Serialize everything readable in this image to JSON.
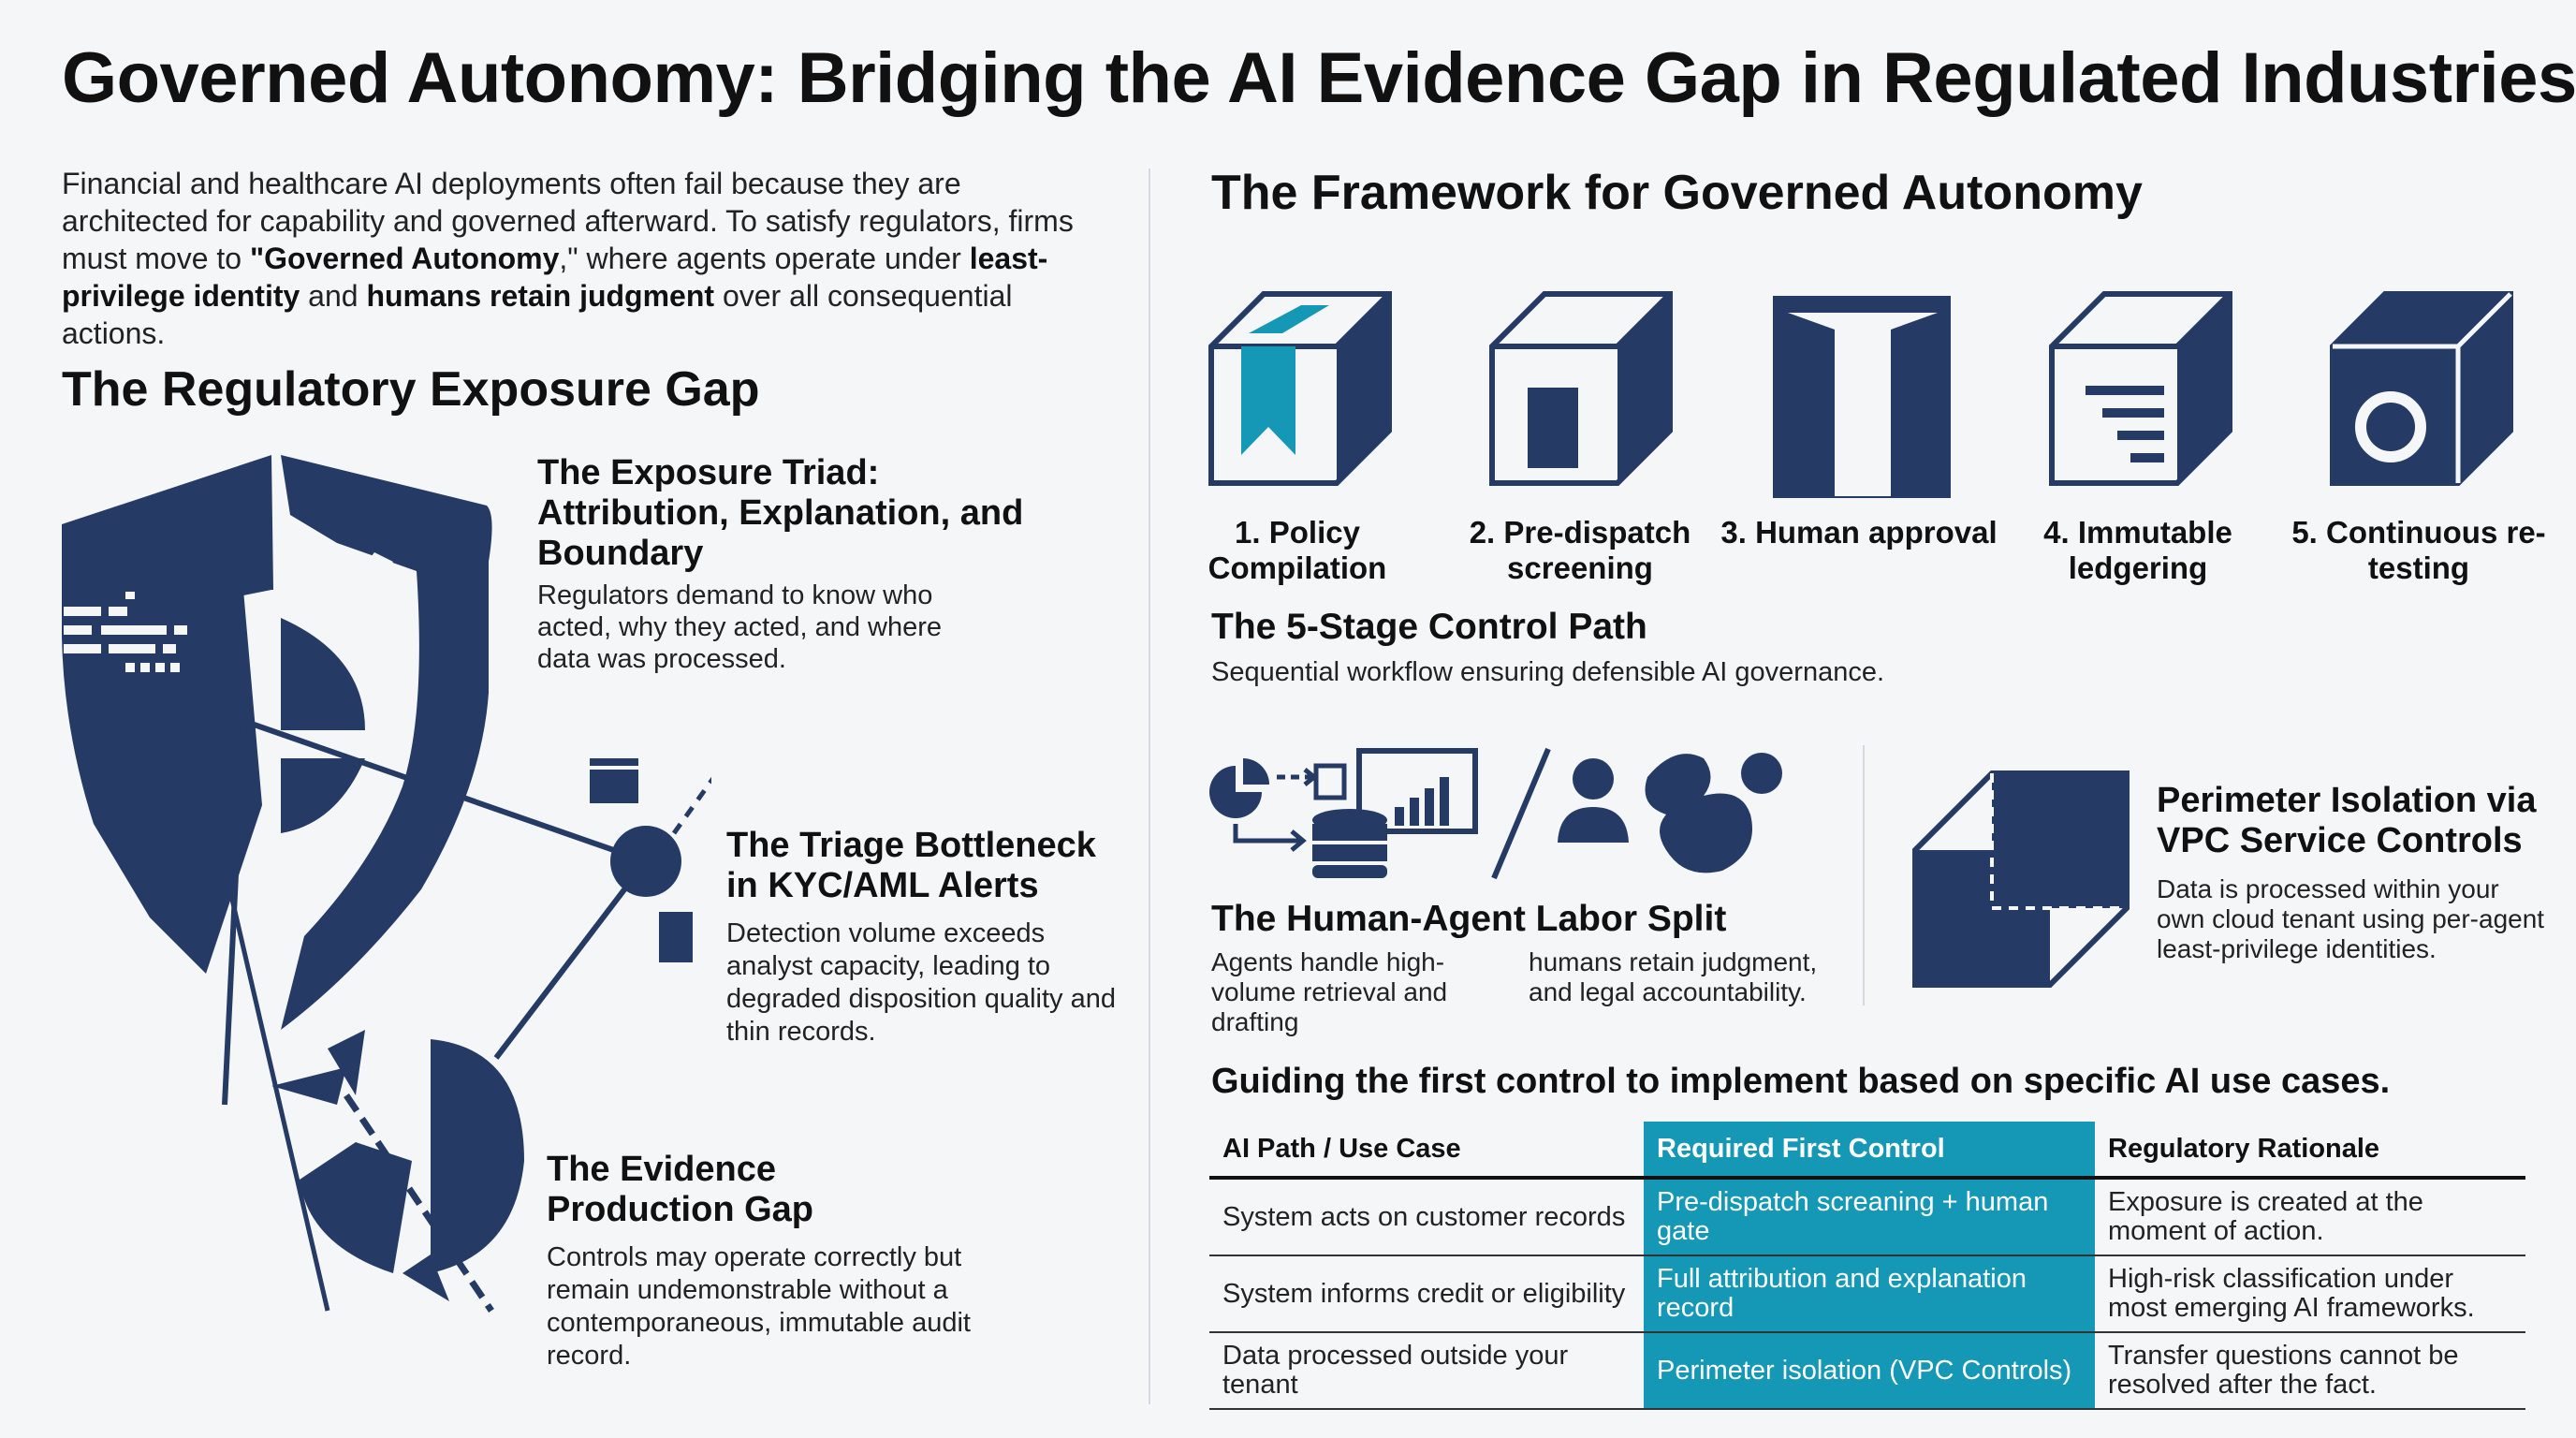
{
  "title": "Governed Autonomy: Bridging the AI Evidence Gap in Regulated Industries",
  "intro": {
    "p1": "Financial and healthcare AI deployments often fail because they are architected for capability and governed afterward. To satisfy regulators, firms must move to ",
    "b1": "\"Governed Autonomy",
    "p2": ",\" where agents operate under ",
    "b2": "least-privilege identity",
    "p3": " and ",
    "b3": "humans retain judgment",
    "p4": " over all consequential actions."
  },
  "left": {
    "heading": "The Regulatory Exposure Gap",
    "triad": {
      "title": "The Exposure Triad: Attribution, Explanation, and Boundary",
      "body": "Regulators demand to know who acted, why they acted, and where data was processed."
    },
    "triage": {
      "title": "The Triage Bottleneck in KYC/AML Alerts",
      "body": "Detection volume exceeds analyst capacity, leading to degraded disposition quality and thin records."
    },
    "evidence": {
      "title": "The Evidence Production Gap",
      "body": "Controls may operate correctly but remain undemonstrable without a contemporaneous, immutable audit record."
    }
  },
  "right": {
    "heading": "The Framework for Governed Autonomy",
    "stages": [
      {
        "label": "1. Policy Compilation",
        "icon": "bookmark-cube-icon"
      },
      {
        "label": "2. Pre-dispatch screening",
        "icon": "window-cube-icon"
      },
      {
        "label": "3. Human approval",
        "icon": "door-icon"
      },
      {
        "label": "4. Immutable ledgering",
        "icon": "ledger-cube-icon"
      },
      {
        "label": "5. Continuous re-testing",
        "icon": "ring-cube-icon"
      }
    ],
    "control_path": {
      "title": "The 5-Stage Control Path",
      "subtitle": "Sequential workflow ensuring defensible AI governance."
    },
    "labor": {
      "title": "The Human-Agent Labor Split",
      "agents": "Agents handle high-volume retrieval and drafting",
      "humans": "humans retain judgment, and legal accountability."
    },
    "perimeter": {
      "title": "Perimeter Isolation via VPC Service Controls",
      "body": "Data is processed within your own cloud tenant using per-agent least-privilege identities."
    },
    "table": {
      "caption": "Guiding the first control to implement based on specific AI use cases.",
      "headers": [
        "AI Path / Use Case",
        "Required First Control",
        "Regulatory Rationale"
      ],
      "rows": [
        [
          "System acts on customer records",
          "Pre-dispatch screaning + human gate",
          "Exposure is created at the moment of action."
        ],
        [
          "System informs credit or eligibility",
          "Full attribution and explanation record",
          "High-risk classification under most emerging AI frameworks."
        ],
        [
          "Data processed outside your tenant",
          "Perimeter isolation (VPC Controls)",
          "Transfer questions cannot be resolved after the fact."
        ]
      ]
    }
  },
  "colors": {
    "navy": "#253a64",
    "teal": "#1597b6",
    "ink": "#111111",
    "bg": "#f5f6f8"
  }
}
